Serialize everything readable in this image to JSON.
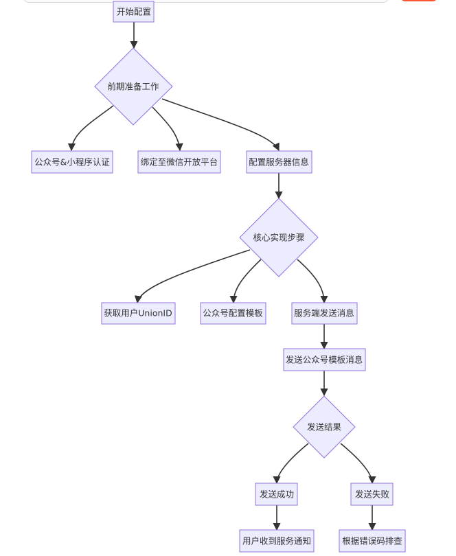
{
  "diagram": {
    "type": "flowchart",
    "nodes": {
      "start": "开始配置",
      "prep": "前期准备工作",
      "cert": "公众号&小程序认证",
      "bind": "绑定至微信开放平台",
      "server": "配置服务器信息",
      "core": "核心实现步骤",
      "unionid": "获取用户UnionID",
      "template": "公众号配置模板",
      "send": "服务端发送消息",
      "sendtpl": "发送公众号模板消息",
      "result": "发送结果",
      "success": "发送成功",
      "fail": "发送失败",
      "notify": "用户收到服务通知",
      "debug": "根据错误码排查"
    },
    "edges": [
      [
        "start",
        "prep"
      ],
      [
        "prep",
        "cert"
      ],
      [
        "prep",
        "bind"
      ],
      [
        "prep",
        "server"
      ],
      [
        "server",
        "core"
      ],
      [
        "core",
        "unionid"
      ],
      [
        "core",
        "template"
      ],
      [
        "core",
        "send"
      ],
      [
        "send",
        "sendtpl"
      ],
      [
        "sendtpl",
        "result"
      ],
      [
        "result",
        "success"
      ],
      [
        "result",
        "fail"
      ],
      [
        "success",
        "notify"
      ],
      [
        "fail",
        "debug"
      ]
    ]
  }
}
